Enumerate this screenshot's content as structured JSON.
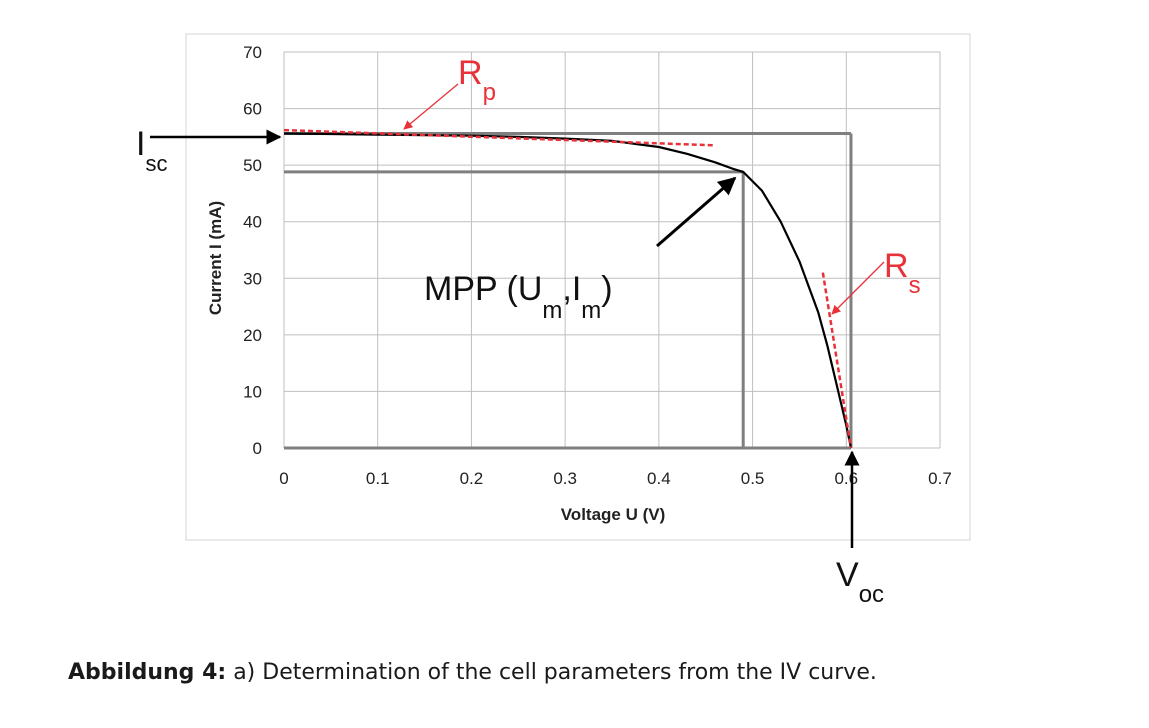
{
  "chart_data": {
    "type": "line",
    "xlabel": "Voltage U (V)",
    "ylabel": "Current I (mA)",
    "xlim": [
      0,
      0.7
    ],
    "ylim": [
      0,
      70
    ],
    "x_ticks": [
      "0",
      "0.1",
      "0.2",
      "0.3",
      "0.4",
      "0.5",
      "0.6",
      "0.7"
    ],
    "y_ticks": [
      "0",
      "10",
      "20",
      "30",
      "40",
      "50",
      "60",
      "70"
    ],
    "grid": true,
    "series": [
      {
        "x": [
          0,
          0.05,
          0.1,
          0.15,
          0.2,
          0.25,
          0.3,
          0.35,
          0.4,
          0.43,
          0.46,
          0.48,
          0.49,
          0.51,
          0.53,
          0.55,
          0.57,
          0.58,
          0.59,
          0.6,
          0.605
        ],
        "y": [
          55.6,
          55.5,
          55.4,
          55.3,
          55.2,
          55.0,
          54.7,
          54.3,
          53.2,
          52.0,
          50.5,
          49.3,
          48.8,
          45.5,
          40.0,
          33.0,
          24.0,
          18.0,
          11.0,
          4.0,
          0.0
        ]
      }
    ],
    "reference_lines": {
      "isc": 55.6,
      "voc": 0.605,
      "mpp_u": 0.49,
      "mpp_i": 48.8
    },
    "tangents": {
      "rp": [
        [
          0,
          56.2
        ],
        [
          0.46,
          53.5
        ]
      ],
      "rs": [
        [
          0.575,
          31.0
        ],
        [
          0.605,
          0.0
        ]
      ]
    },
    "annotations": {
      "isc_main": "I",
      "isc_sub": "sc",
      "voc_main": "V",
      "voc_sub": "oc",
      "rp_main": "R",
      "rp_sub": "p",
      "rs_main": "R",
      "rs_sub": "s",
      "mpp_prefix": "MPP (U",
      "mpp_sub1": "m",
      "mpp_mid": ",I",
      "mpp_sub2": "m",
      "mpp_suffix": ")"
    },
    "colors": {
      "curve": "#000000",
      "reference": "#7f7f7f",
      "grid": "#bfbfbf",
      "tangent": "#e8323a"
    }
  },
  "caption": {
    "label": "Abbildung 4:",
    "text": " a) Determination of the cell parameters from the IV curve."
  }
}
